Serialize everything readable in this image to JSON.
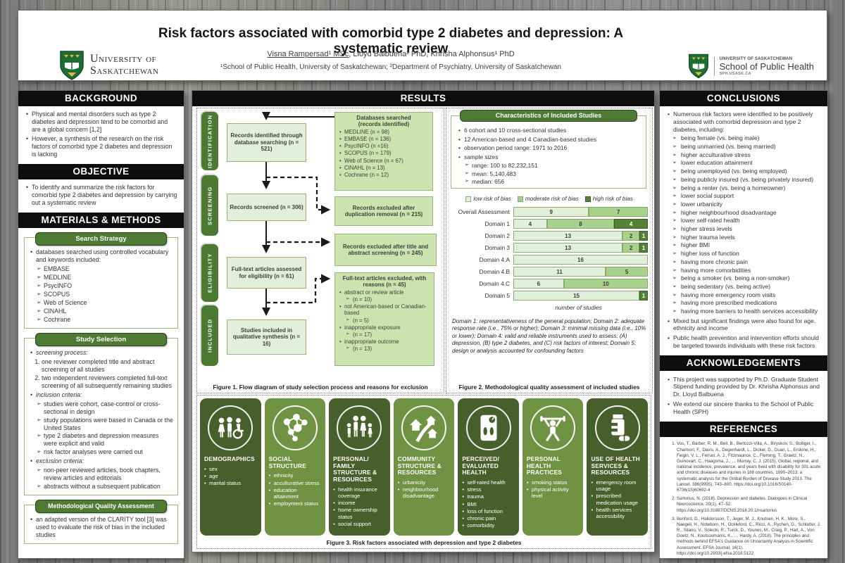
{
  "header": {
    "title": "Risk factors associated with comorbid type 2 diabetes and depression: A systematic review",
    "authors_presenting": "Visna Rampersad¹ MSc",
    "authors_rest": ", Lloyd Balbuena² PhD, Khrisha Alphonsus¹ PhD",
    "affiliations": "¹School of Public Health, University of Saskatchewan; ²Department of Psychiatry, University of Saskatchewan",
    "left_logo": {
      "line1": "University of",
      "line2": "Saskatchewan"
    },
    "right_logo": {
      "line1": "UNIVERSITY OF SASKATCHEWAN",
      "line2": "School of Public Health",
      "line3": "SPH.USASK.CA"
    }
  },
  "background": {
    "heading": "BACKGROUND",
    "bullets": [
      "Physical and mental disorders such as type 2 diabetes and depression tend to be comorbid and are a global concern [1,2]",
      "However, a synthesis of the research on the risk factors of comorbid type 2 diabetes and depression is lacking"
    ]
  },
  "objective": {
    "heading": "OBJECTIVE",
    "bullets": [
      "To identify and summarize the risk factors for comorbid type 2 diabetes and depression by carrying out a systematic review"
    ]
  },
  "methods": {
    "heading": "MATERIALS & METHODS",
    "search_strategy": {
      "heading": "Search Strategy",
      "lead": "databases searched using controlled vocabulary and keywords included:",
      "databases": [
        "EMBASE",
        "MEDLINE",
        "PsycINFO",
        "SCOPUS",
        "Web of Science",
        "CINAHL",
        "Cochrane"
      ]
    },
    "study_selection": {
      "heading": "Study Selection",
      "screening_label": "screening process:",
      "screening_steps": [
        "one reviewer completed title and abstract screening of all studies",
        "two independent reviewers completed full-text screening of all subsequently remaining studies"
      ],
      "inclusion_label": "inclusion criteria:",
      "inclusion_criteria": [
        "studies were cohort, case-control or cross-sectional in design",
        "study populations were based in Canada or the United States",
        "type 2 diabetes and depression measures were explicit and valid",
        "risk factor analyses were carried out"
      ],
      "exclusion_label": "exclusion criteria:",
      "exclusion_criteria": [
        "non-peer reviewed articles, book chapters, review articles and editorials",
        "abstracts without a subsequent publication"
      ]
    },
    "quality_assessment": {
      "heading": "Methodological Quality Assessment",
      "bullets": [
        "an adapted version of the CLARITY tool [3] was used to evaluate the risk of bias in the included studies"
      ]
    }
  },
  "results": {
    "heading": "RESULTS",
    "flow": {
      "stages": [
        "IDENTIFICATION",
        "SCREENING",
        "ELIGIBILITY",
        "INCLUDED"
      ],
      "records_identified": "Records identified through database searching (n = 521)",
      "databases_title1": "Databases searched",
      "databases_title2": "(records identified)",
      "databases": [
        "MEDLINE (n = 98)",
        "EMBASE (n = 136)",
        "PsycINFO (n =16)",
        "SCOPUS (n = 179)",
        "Web of Science (n = 67)",
        "CINAHL (n = 13)",
        "Cochrane (n = 12)"
      ],
      "records_screened": "Records screened (n = 306)",
      "excluded_duplication": "Records excluded after duplication removal (n = 215)",
      "excluded_title_abstract": "Records excluded after title and abstract screening (n = 245)",
      "fulltext_assessed": "Full-text articles assessed for eligibility (n = 61)",
      "fulltext_excluded_title": "Full-text articles excluded, with reasons (n = 45)",
      "exclusion_reasons": [
        {
          "reason": "abstract or review article",
          "n": "(n = 10)"
        },
        {
          "reason": "not American-based or Canadian-based",
          "n": "(n = 5)"
        },
        {
          "reason": "inappropriate exposure",
          "n": "(n = 17)"
        },
        {
          "reason": "inappropriate outcome",
          "n": "(n = 13)"
        }
      ],
      "studies_included": "Studies included in qualitative synthesis (n = 16)",
      "caption": "Figure 1. Flow diagram of study selection process and reasons for exclusion"
    },
    "characteristics": {
      "heading": "Characteristics of Included Studies",
      "bullets": [
        "6 cohort and 10 cross-sectional studies",
        "12 American-based and 4 Canadian-based studies",
        "observation period range: 1971 to 2016"
      ],
      "sample_sizes_label": "sample sizes",
      "sample_sizes": [
        "range: 100 to 82,232,151",
        "mean: 5,140,483",
        "median: 656"
      ]
    },
    "figure2": {
      "note": "Domain 1: representativeness of the general population; Domain 2: adequate response rate (i.e., 75% or higher); Domain 3: minimal missing data (i.e., 10% or lower); Domain 4: valid and reliable instruments used to assess: (A) depression, (B) type 2 diabetes, and (C) risk factors of interest; Domain 5: design or analysis accounted for confounding factors",
      "caption": "Figure 2. Methodological quality assessment of included studies"
    },
    "figure3": {
      "cards": [
        {
          "title": "DEMOGRAPHICS",
          "icon": "people-group-icon",
          "shade": "dark",
          "items": [
            "sex",
            "age",
            "marital status"
          ]
        },
        {
          "title": "SOCIAL STRUCTURE",
          "icon": "social-network-icon",
          "shade": "medium",
          "items": [
            "ethnicity",
            "acculturative stress",
            "education attainment",
            "employment status"
          ]
        },
        {
          "title": "PERSONAL/ FAMILY STRUCTURE & RESOURCES",
          "icon": "family-icon",
          "shade": "dark",
          "items": [
            "health insurance coverage",
            "income",
            "home ownership status",
            "social support"
          ]
        },
        {
          "title": "COMMUNITY STRUCTURE & RESOURCES",
          "icon": "neighbourhood-icon",
          "shade": "medium",
          "items": [
            "urbanicity",
            "neighbourhood disadvantage"
          ]
        },
        {
          "title": "PERCEIVED/ EVALUATED HEALTH",
          "icon": "weighing-scale-icon",
          "shade": "dark",
          "items": [
            "self-rated health",
            "stress",
            "trauma",
            "BMI",
            "loss of function",
            "chronic pain",
            "comorbidity"
          ]
        },
        {
          "title": "PERSONAL HEALTH PRACTICES",
          "icon": "exercise-icon",
          "shade": "medium",
          "items": [
            "smoking status",
            "physical activity level"
          ]
        },
        {
          "title": "USE OF HEALTH SERVICES & RESOURCES",
          "icon": "medication-icon",
          "shade": "dark",
          "items": [
            "emergency room usage",
            "prescribed medication usage",
            "health services accessibility"
          ]
        }
      ],
      "caption": "Figure 3. Risk factors associated with depression and type 2 diabetes"
    }
  },
  "chart_data": {
    "type": "bar",
    "stacked": true,
    "orientation": "horizontal",
    "categories": [
      "Overall Assessment",
      "Domain 1",
      "Domain 2",
      "Domain 3",
      "Domain 4.A",
      "Domain 4.B",
      "Domain 4.C",
      "Domain 5"
    ],
    "series": [
      {
        "name": "low risk of bias",
        "color": "#e2efda",
        "values": [
          9,
          4,
          13,
          13,
          16,
          11,
          6,
          15
        ]
      },
      {
        "name": "moderate risk of bias",
        "color": "#a9d18e",
        "values": [
          7,
          8,
          2,
          2,
          0,
          5,
          10,
          0
        ]
      },
      {
        "name": "high risk of bias",
        "color": "#548235",
        "values": [
          0,
          4,
          1,
          1,
          0,
          0,
          0,
          1
        ]
      }
    ],
    "xlabel": "number of studies",
    "xmax": 16,
    "legend_position": "top",
    "grid": false
  },
  "conclusions": {
    "heading": "CONCLUSIONS",
    "lead": "Numerous risk factors were identified to be positively associated with comorbid depression and type 2 diabetes, including:",
    "factors": [
      "being female (vs. being male)",
      "being unmarried (vs. being married)",
      "higher acculturative stress",
      "lower education attainment",
      "being unemployed (vs. being employed)",
      "being publicly insured (vs. being privately insured)",
      "being a renter (vs. being a homeowner)",
      "lower social support",
      "lower urbanicity",
      "higher neighbourhood disadvantage",
      "lower self-rated health",
      "higher stress levels",
      "higher trauma levels",
      "higher BMI",
      "higher loss of function",
      "having more chronic pain",
      "having more comorbidities",
      "being a smoker (vs. being a non-smoker)",
      "being sedentary (vs. being active)",
      "having more emergency room visits",
      "having more prescribed medications",
      "having more barriers to health services accessibility"
    ],
    "bullets": [
      "Mixed but significant findings were also found for age, ethnicity and income",
      "Public health prevention and intervention efforts should be targeted towards individuals with these risk factors"
    ]
  },
  "acknowledgements": {
    "heading": "ACKNOWLEDGEMENTS",
    "bullets": [
      "This project was supported by Ph.D. Graduate Student Stipend funding provided by Dr. Khrisha Alphonsus and Dr. Lloyd Balbuena",
      "We extend our sincere thanks to the School of Public Health (SPH)"
    ]
  },
  "references": {
    "heading": "REFERENCES",
    "items": [
      "Vos, T., Barber, R. M., Bell, B., Bertozzi-Villa, A., Biryukov, S., Bolliger, I., Charlson, F., Davis, A., Degenhardt, L., Dicker, D., Duan, L., Erskine, H., Feigin, V. L., Ferrari, A. J., Fitzmaurice, C., Fleming, T., Graetz, N., Guinovart, C., Haagsma, J., … Murray, C. J. (2015). Global, regional, and national incidence, prevalence, and years lived with disability for 301 acute and chronic diseases and injuries in 188 countries, 1990–2013: a systematic analysis for the Global Burden of Disease Study 2013. The Lancet, 386(9995), 743–800. https://doi.org/10.1016/S0140-6736(15)60692-4",
      "Sartorius, N. (2018). Depression and diabetes. Dialogues in Clinical Neuroscience, 20(1), 47–52. https://doi.org/10.31887/DCNS.2018.20.1/nsartorius",
      "Benford, D., Halldorsson, T., Jeger, M. J., Knutsen, H. K., More, S., Naegeli, H., Noteborn, H., Ockleford, C., Ricci, A., Rychen, G., Schlatter, J. R., Silano, V., Solecki, R., Turck, D., Younes, M., Craig, P., Hart, A., Von Goetz, N., Koutsoumanis, K., … Hardy, A. (2018). The principles and methods behind EFSA's Guidance on Uncertainty Analysis in Scientific Assessment. EFSA Journal, 16(1). https://doi.org/10.2903/j.efsa.2018.5122"
    ]
  },
  "colors": {
    "low_risk": "#e2efda",
    "moderate_risk": "#a9d18e",
    "high_risk": "#548235",
    "green_chip": "#4e7a33",
    "card_dark": "#465f2b",
    "card_medium": "#6f9342",
    "header_bar": "#0e0e0e"
  }
}
